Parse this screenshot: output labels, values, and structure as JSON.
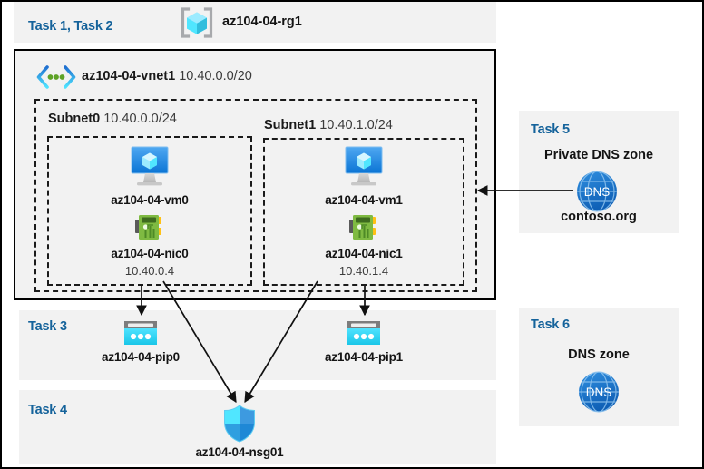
{
  "diagram": {
    "title_visible": false,
    "colors": {
      "panel_bg": "#f2f2f2",
      "task_label": "#15639b",
      "border": "#000000",
      "vm_blue": "#0f8ce8",
      "nic_green": "#6cb33f",
      "pip_cyan": "#2fd2ef",
      "nsg_blue": "#3ec9f5",
      "dns_blue": "#1e7fd4"
    }
  },
  "resource_group": {
    "task_label": "Task 1, Task 2",
    "icon": "resource-group-icon",
    "name": "az104-04-rg1"
  },
  "vnet": {
    "icon": "virtual-network-icon",
    "name": "az104-04-vnet1",
    "cidr": "10.40.0.0/20"
  },
  "subnets": [
    {
      "name": "Subnet0",
      "cidr": "10.40.0.0/24",
      "vm": {
        "icon": "virtual-machine-icon",
        "label": "az104-04-vm0"
      },
      "nic": {
        "icon": "network-interface-icon",
        "label": "az104-04-nic0",
        "ip": "10.40.0.4"
      }
    },
    {
      "name": "Subnet1",
      "cidr": "10.40.1.0/24",
      "vm": {
        "icon": "virtual-machine-icon",
        "label": "az104-04-vm1"
      },
      "nic": {
        "icon": "network-interface-icon",
        "label": "az104-04-nic1",
        "ip": "10.40.1.4"
      }
    }
  ],
  "task3": {
    "task_label": "Task 3",
    "public_ips": [
      {
        "icon": "public-ip-address-icon",
        "label": "az104-04-pip0"
      },
      {
        "icon": "public-ip-address-icon",
        "label": "az104-04-pip1"
      }
    ]
  },
  "task4": {
    "task_label": "Task 4",
    "nsg": {
      "icon": "network-security-group-icon",
      "label": "az104-04-nsg01"
    }
  },
  "task5": {
    "task_label": "Task 5",
    "heading": "Private DNS zone",
    "icon": "dns-zone-icon",
    "icon_text": "DNS",
    "zone_name": "contoso.org"
  },
  "task6": {
    "task_label": "Task 6",
    "heading": "DNS zone",
    "icon": "dns-zone-icon",
    "icon_text": "DNS"
  }
}
